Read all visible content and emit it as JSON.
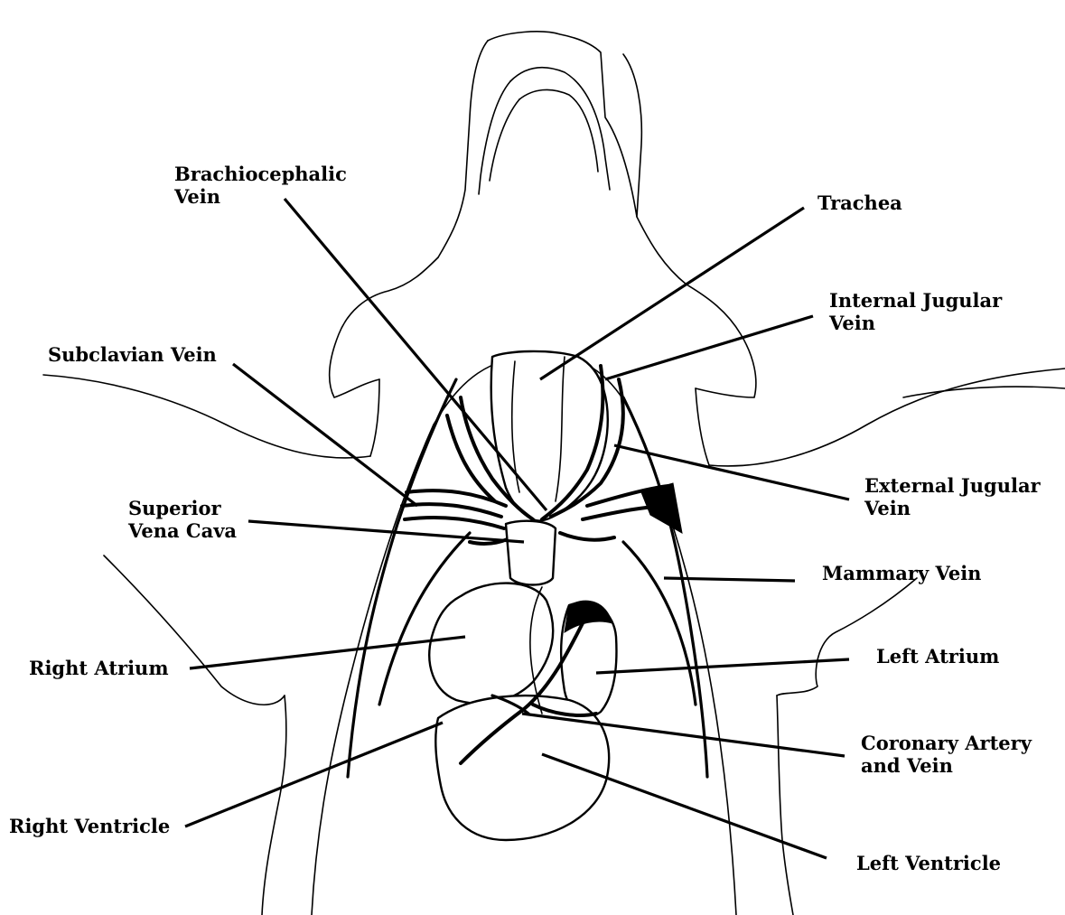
{
  "labels": {
    "brachiocephalic": [
      "Brachiocephalic",
      "Vein"
    ],
    "trachea": "Trachea",
    "internal_jugular": [
      "Internal Jugular",
      "Vein"
    ],
    "subclavian": "Subclavian Vein",
    "external_jugular": [
      "External Jugular",
      "Vein"
    ],
    "superior_vena_cava": [
      "Superior",
      "Vena Cava"
    ],
    "mammary": "Mammary Vein",
    "right_atrium": "Right Atrium",
    "left_atrium": "Left Atrium",
    "coronary": [
      "Coronary Artery",
      "and Vein"
    ],
    "right_ventricle": "Right Ventricle",
    "left_ventricle": "Left Ventricle"
  }
}
